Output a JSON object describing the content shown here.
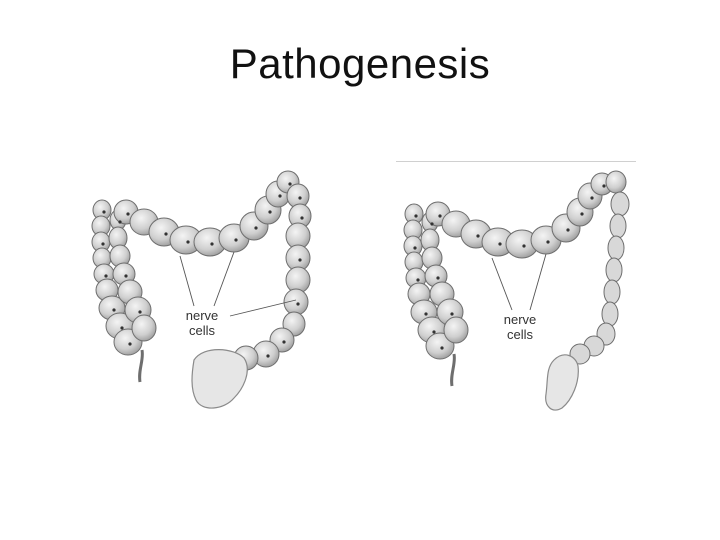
{
  "slide": {
    "title": "Pathogenesis"
  },
  "figures": [
    {
      "caption_line1": "nerve",
      "caption_line2": "cells"
    },
    {
      "caption_line1": "nerve",
      "caption_line2": "cells"
    }
  ]
}
